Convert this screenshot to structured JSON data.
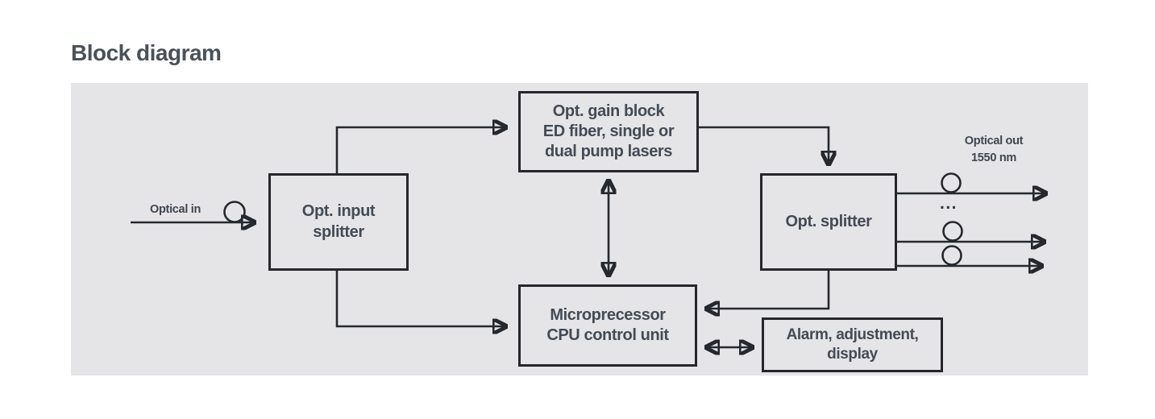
{
  "title": "Block diagram",
  "colors": {
    "panel_bg": "#e5e5e7",
    "line": "#25282d",
    "box_border": "#25272c",
    "box_text": "#454b54",
    "title_text": "#4b5159"
  },
  "nodes": {
    "gain_block": {
      "label": "Opt. gain block\nED fiber, single or\ndual pump lasers"
    },
    "input_splitter": {
      "label": "Opt. input\nsplitter"
    },
    "opt_splitter": {
      "label": "Opt. splitter"
    },
    "cpu": {
      "label": "Microprecessor\nCPU control unit"
    },
    "alarm": {
      "label": "Alarm, adjustment,\ndisplay"
    }
  },
  "labels": {
    "optical_in": "Optical in",
    "optical_out": "Optical out\n1550 nm",
    "more_outputs": "..."
  }
}
